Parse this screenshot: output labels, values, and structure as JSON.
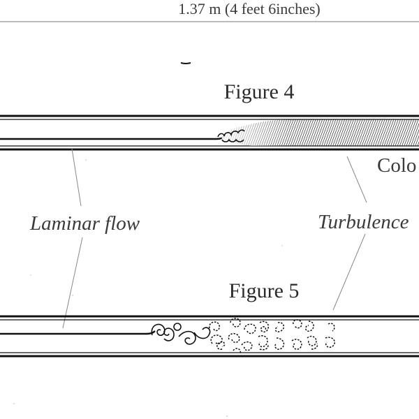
{
  "header": {
    "dimension_label": "1.37 m (4 feet 6inches)"
  },
  "figure4": {
    "title": "Figure 4",
    "side_label": "Colo"
  },
  "figure5": {
    "title": "Figure 5"
  },
  "labels": {
    "laminar": "Laminar flow",
    "turbulence": "Turbulence"
  },
  "colors": {
    "ink": "#111111",
    "label": "#3a3a3a",
    "background": "#ffffff"
  }
}
